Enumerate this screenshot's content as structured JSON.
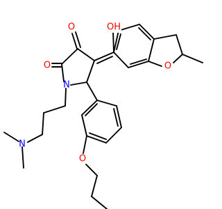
{
  "colors": {
    "carbon": "#000000",
    "oxygen": "#ff0000",
    "nitrogen": "#0000ff"
  },
  "labels": {
    "hydroxyl": "OH",
    "ketone_o1": "O",
    "ketone_o2": "O",
    "ring_n": "N",
    "amine_n": "N",
    "ether_o": "O",
    "furan_o": "O"
  }
}
